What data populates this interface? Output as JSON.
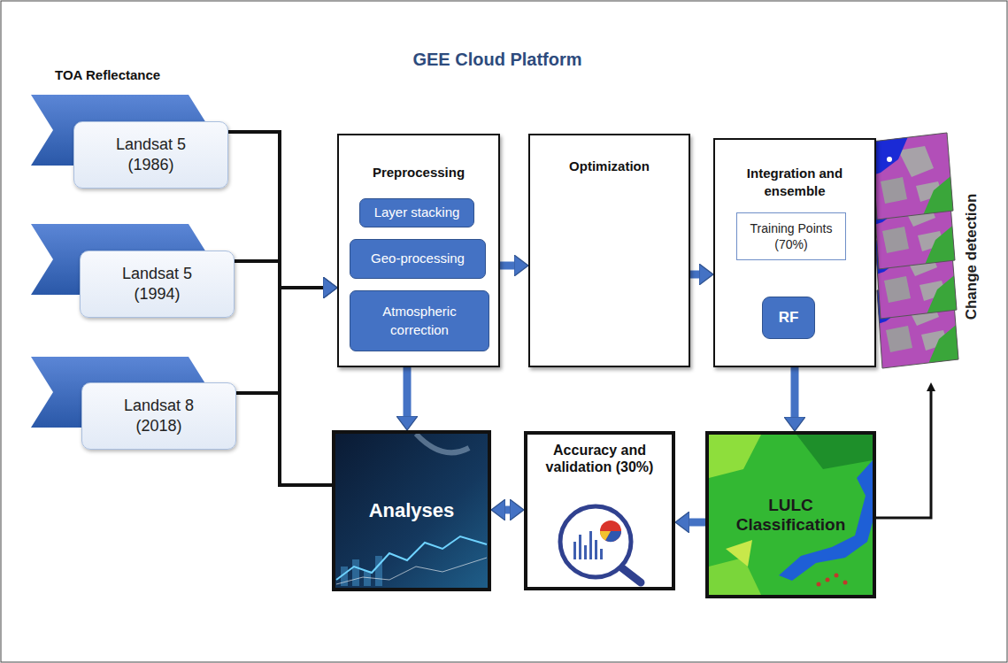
{
  "diagram": {
    "title": "GEE Cloud Platform",
    "nodes": [
      {
        "text": [
          "Landsat 5 (1986)"
        ]
      },
      {
        "text": [
          "Landsat 5 (1994)"
        ]
      },
      {
        "text": [
          "Landsat 8 (2018)"
        ]
      },
      {
        "text": [
          "Preprocessing"
        ]
      },
      {
        "text": [
          "Layer stacking"
        ],
        "in": 3
      },
      {
        "text": [
          "Geo-processing"
        ],
        "in": 3
      },
      {
        "text": [
          "Atmospheric correction"
        ],
        "in": 3
      },
      {
        "text": [
          "Optimization"
        ]
      },
      {
        "text": [
          "Integration and ensemble"
        ]
      },
      {
        "text": [
          "Training Points (70%)"
        ],
        "in": 8
      },
      {
        "text": [
          "RF"
        ],
        "in": 8
      },
      {
        "text": [
          "Change detection"
        ]
      },
      {
        "text": [
          "Analyses"
        ]
      },
      {
        "text": [
          "Accuracy and validation (30%)"
        ]
      },
      {
        "text": [
          "LULC Classification"
        ]
      }
    ],
    "edges": [
      {
        "from": 0,
        "to": 3,
        "arrow": "to"
      },
      {
        "from": 1,
        "to": 3,
        "arrow": "to"
      },
      {
        "from": 2,
        "to": 3,
        "arrow": "to"
      },
      {
        "from": 0,
        "to": 12,
        "arrow": "none"
      },
      {
        "from": 1,
        "to": 12,
        "arrow": "none"
      },
      {
        "from": 2,
        "to": 12,
        "arrow": "none"
      },
      {
        "from": 3,
        "to": 7,
        "arrow": "to"
      },
      {
        "from": 7,
        "to": 8,
        "arrow": "to"
      },
      {
        "from": 9,
        "to": 10,
        "arrow": "to"
      },
      {
        "from": 3,
        "to": 12,
        "arrow": "to"
      },
      {
        "from": 8,
        "to": 14,
        "arrow": "to"
      },
      {
        "from": 14,
        "to": 13,
        "arrow": "to"
      },
      {
        "from": 13,
        "to": 12,
        "arrow": "both"
      },
      {
        "from": 14,
        "to": 11,
        "arrow": "to"
      }
    ],
    "labels": [
      "TOA Reflectance"
    ]
  }
}
